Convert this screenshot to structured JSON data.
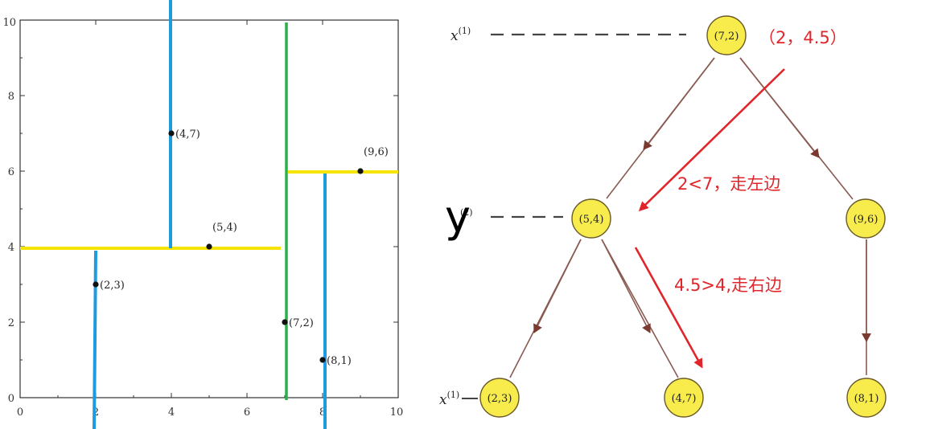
{
  "plot": {
    "x_ticks": [
      "0",
      "2",
      "4",
      "6",
      "8",
      "10"
    ],
    "y_ticks": [
      "0",
      "2",
      "4",
      "6",
      "8",
      "10"
    ],
    "xlim": [
      0,
      10
    ],
    "ylim": [
      0,
      10
    ],
    "points": [
      {
        "x": 2,
        "y": 3,
        "label": "(2,3)"
      },
      {
        "x": 4,
        "y": 7,
        "label": "(4,7)"
      },
      {
        "x": 5,
        "y": 4,
        "label": "(5,4)"
      },
      {
        "x": 7,
        "y": 2,
        "label": "(7,2)"
      },
      {
        "x": 8,
        "y": 1,
        "label": "(8,1)"
      },
      {
        "x": 9,
        "y": 6,
        "label": "(9,6)"
      }
    ],
    "split_colors": {
      "root": "#2bb04a",
      "level1": "#f5e300",
      "level2": "#1e9be0"
    }
  },
  "tree": {
    "level_labels": {
      "root": {
        "base": "x",
        "sup": "(1)"
      },
      "middle": {
        "base": "y",
        "sup": "(2)"
      },
      "leaf": {
        "base": "x",
        "sup": "(1)"
      }
    },
    "nodes": {
      "root": "(7,2)",
      "left": "(5,4)",
      "right": "(9,6)",
      "left_left": "(2,3)",
      "left_right": "(4,7)",
      "right_child": "(8,1)"
    },
    "node_fill": "#f7ec4c",
    "edge_color": "#8a5a52"
  },
  "annotations": {
    "query": "（2，4.5）",
    "step1": "2<7，走左边",
    "step2": "4.5>4,走右边",
    "color": "#e0262b"
  }
}
